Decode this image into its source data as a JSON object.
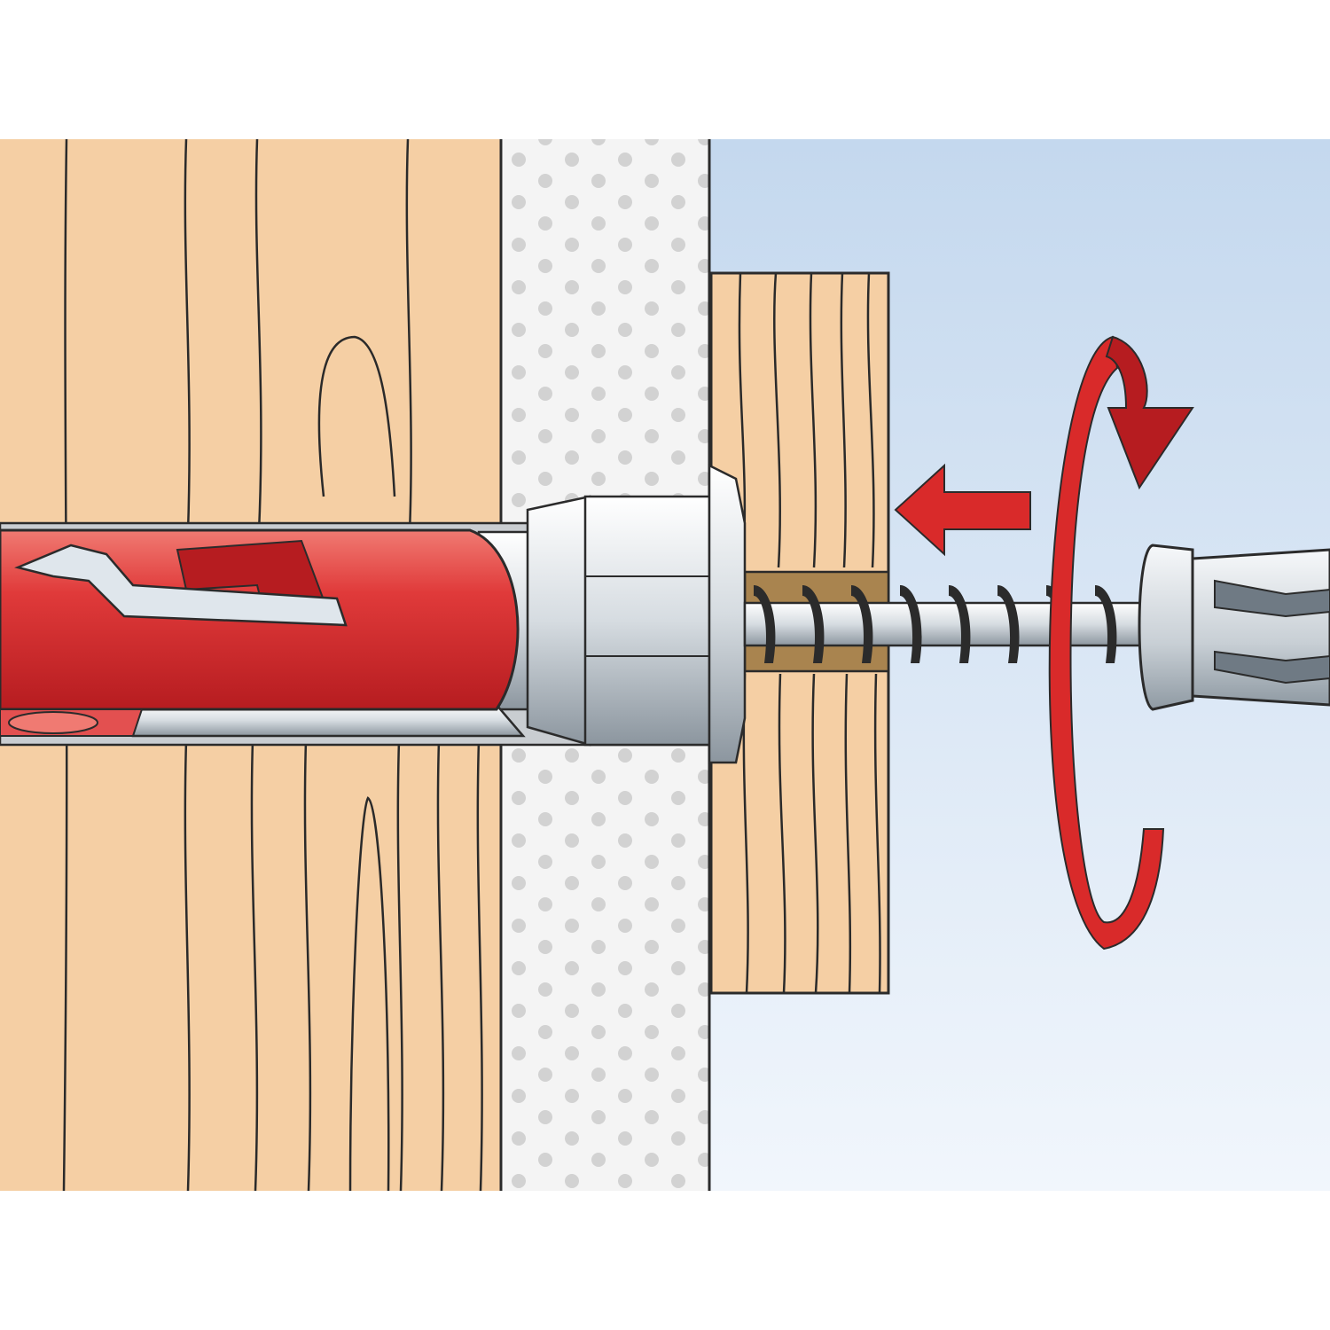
{
  "diagram": {
    "kind": "installation-step-illustration",
    "elements": [
      "wood-substrate",
      "plasterboard-layer",
      "fixture-board",
      "red-wall-plug",
      "screw",
      "screwdriver-bit",
      "insertion-direction-arrow",
      "rotation-arrow"
    ]
  },
  "colors": {
    "background": "#ffffff",
    "sky_top": "#c4d8ee",
    "sky_bottom": "#f1f6fc",
    "wood": "#f5cfa4",
    "wood_grain": "#2a2a2a",
    "plaster": "#f4f4f4",
    "plaster_dots": "#d2d2d2",
    "plug_red": "#e03a3a",
    "plug_dark_red": "#b61c20",
    "metal_light": "#eef2f5",
    "metal_mid": "#b9c2c9",
    "metal_dark": "#6f7a84",
    "drill_hole": "#a9844f",
    "arrow_red": "#d92a2a",
    "outline": "#2b2b2b"
  }
}
